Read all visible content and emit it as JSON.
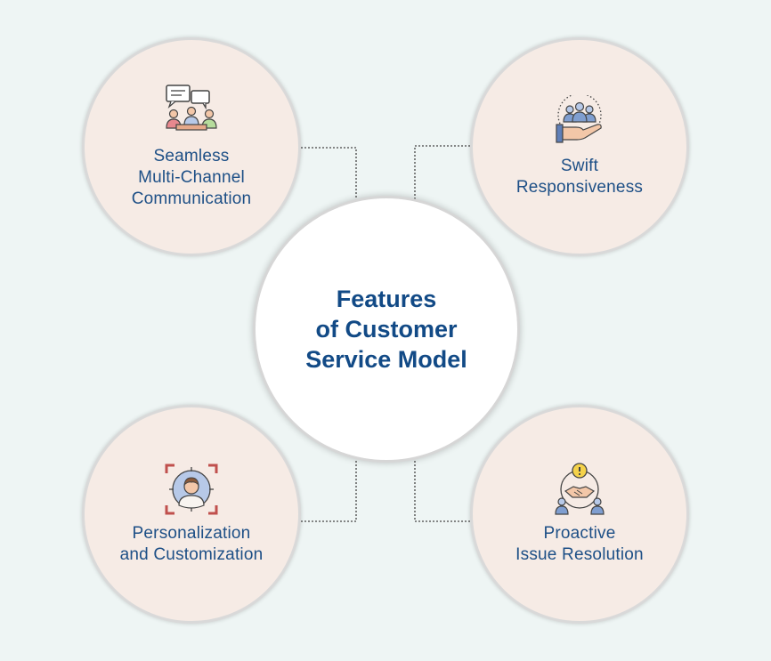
{
  "center": {
    "title": "Features\nof Customer\nService Model"
  },
  "features": [
    {
      "label": "Seamless\nMulti-Channel\nCommunication",
      "icon": "team-chat-icon"
    },
    {
      "label": "Swift\nResponsiveness",
      "icon": "hand-holding-people-icon"
    },
    {
      "label": "Personalization\nand Customization",
      "icon": "target-person-icon"
    },
    {
      "label": "Proactive\nIssue Resolution",
      "icon": "handshake-alert-icon"
    }
  ],
  "colors": {
    "background": "#eef5f4",
    "node_fill": "#f6ebe5",
    "text": "#1d4f86",
    "title": "#124a86",
    "connector": "#444444"
  }
}
